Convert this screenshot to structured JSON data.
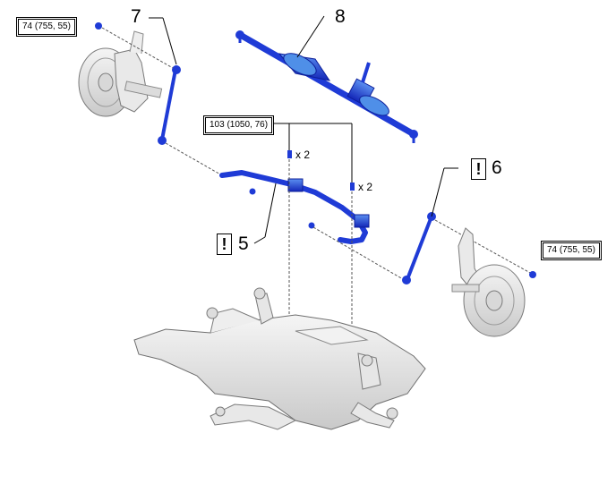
{
  "torque_specs": {
    "upper_left": "74 (755, 55)",
    "center": "103 (1050, 76)",
    "right": "74 (755, 55)"
  },
  "callouts": {
    "link_left": "7",
    "steering_gear": "8",
    "stabilizer_bar": "5",
    "link_right": "6"
  },
  "caution_mark": "!",
  "quantities": {
    "left_bolts": "x 2",
    "right_bolts": "x 2"
  },
  "colors": {
    "part_blue": "#1f3bd6",
    "part_light_blue": "#4f8fe8",
    "frame_gray": "#e6e6e6",
    "outline_gray": "#6f6f6f"
  }
}
